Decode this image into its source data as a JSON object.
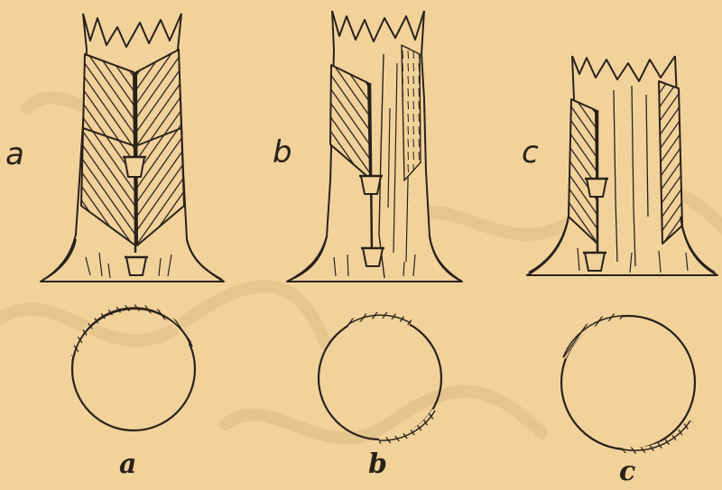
{
  "panels": [
    {
      "id": "a",
      "tree_label": "a",
      "section_label": "a"
    },
    {
      "id": "b",
      "tree_label": "b",
      "section_label": "b"
    },
    {
      "id": "c",
      "tree_label": "c",
      "section_label": "c"
    }
  ],
  "colors": {
    "paper": "#f2d29b",
    "ink": "#2a2119",
    "watermark": "#e3c28c"
  }
}
